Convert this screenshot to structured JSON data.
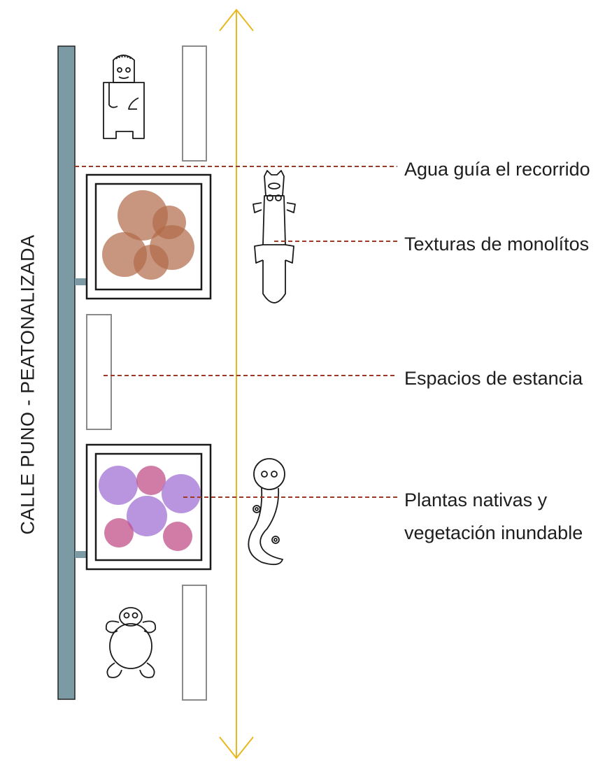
{
  "street_label": "CALLE PUNO - PEATONALIZADA",
  "callouts": [
    {
      "text": "Agua guía el recorrido"
    },
    {
      "text": "Texturas de monolítos"
    },
    {
      "text": "Espacios de estancia"
    },
    {
      "text": "Plantas nativas y",
      "text_line2": "vegetación inundable"
    }
  ],
  "colors": {
    "water_channel": "#7b9aa3",
    "axis_line": "#e8b820",
    "leader_line": "#9c3a28",
    "planter_top_fill": "#b06a48",
    "planter_bottom_fill_light": "#a77ad8",
    "planter_bottom_fill_dark": "#c0508a",
    "outline": "#1a1a1a",
    "bench_outline": "#8a8a8a"
  },
  "icons": [
    "monolith-figure-icon",
    "lizard-monolith-icon",
    "serpent-monolith-icon",
    "frog-monolith-icon"
  ]
}
